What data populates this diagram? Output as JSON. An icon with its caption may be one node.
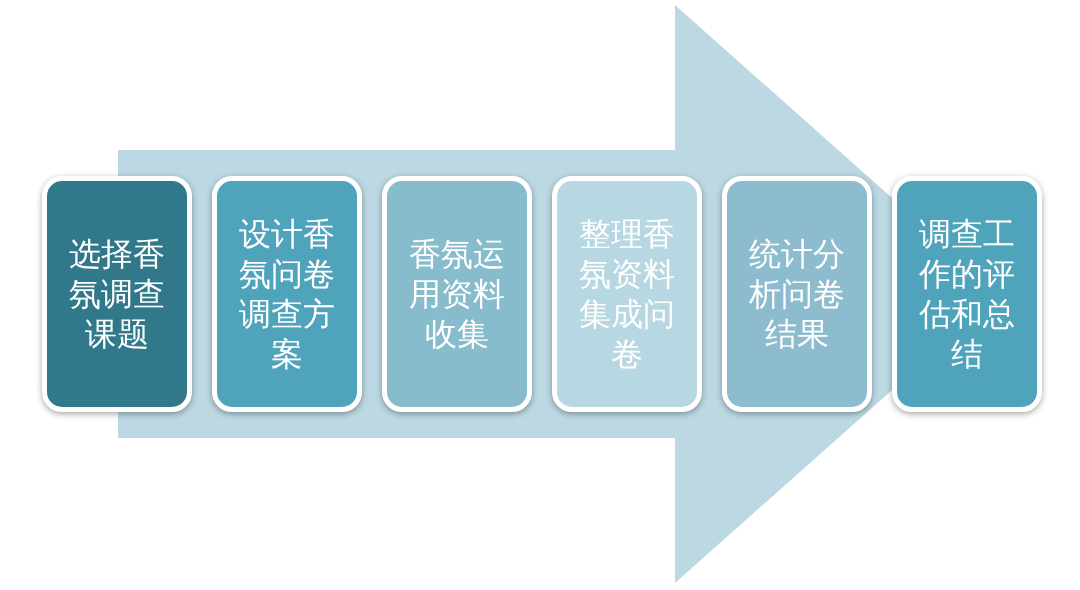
{
  "diagram": {
    "nodes": [
      {
        "text": [
          "选择香氛调查课题"
        ]
      },
      {
        "text": [
          "设计香氛问卷调查方案"
        ]
      },
      {
        "text": [
          "香氛运用资料收集"
        ]
      },
      {
        "text": [
          "整理香氛资料集成问卷"
        ]
      },
      {
        "text": [
          "统计分析问卷结果"
        ]
      },
      {
        "text": [
          "调查工作的评估和总结"
        ]
      }
    ],
    "edges": [
      {
        "from": 0,
        "to": 5,
        "arrow": "to"
      }
    ]
  }
}
